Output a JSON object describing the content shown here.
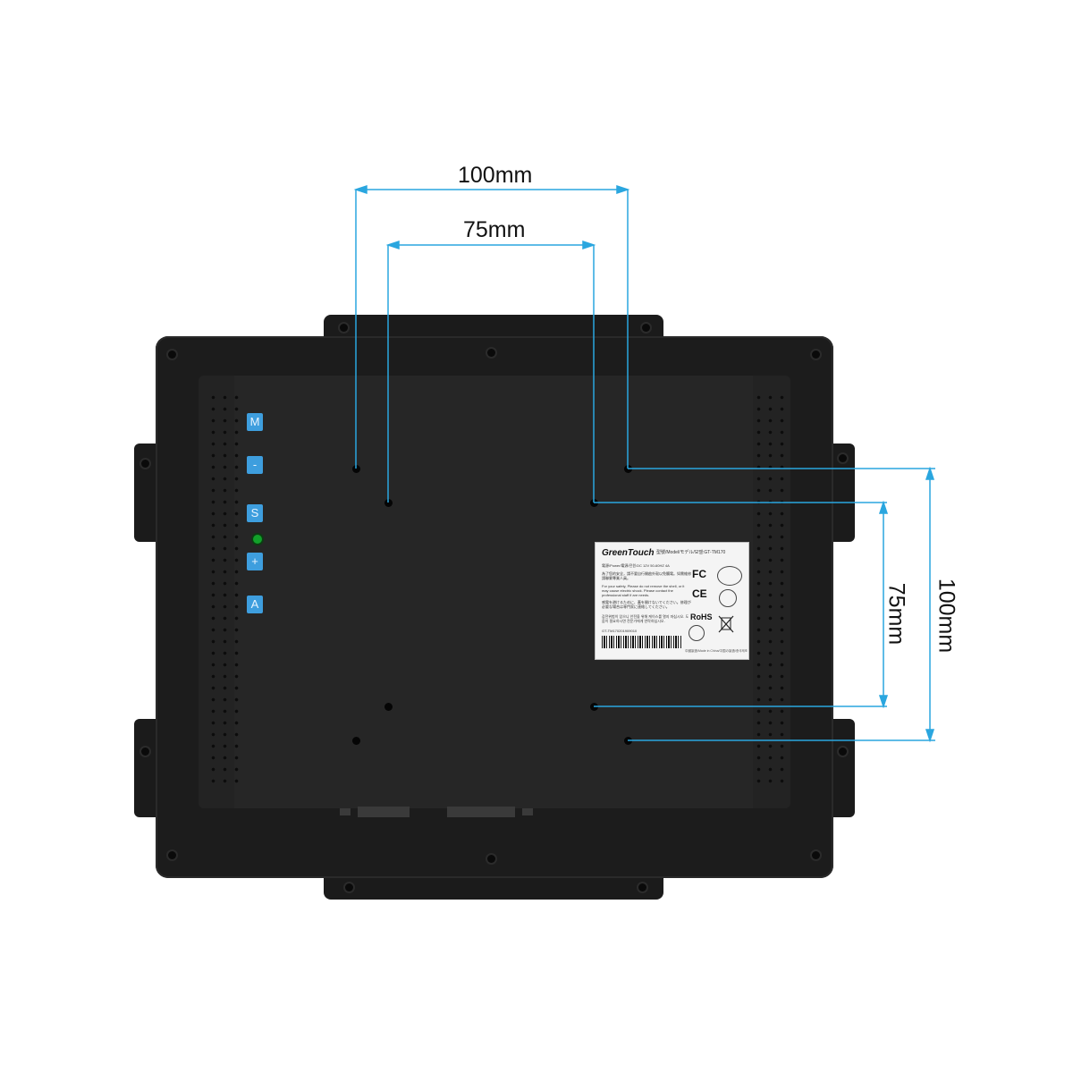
{
  "dimensions": {
    "horizontal_outer": "100mm",
    "horizontal_inner": "75mm",
    "vertical_inner": "75mm",
    "vertical_outer": "100mm"
  },
  "buttons": [
    {
      "name": "menu",
      "glyph": "M"
    },
    {
      "name": "minus",
      "glyph": "-"
    },
    {
      "name": "source",
      "glyph": "S"
    },
    {
      "name": "plus",
      "glyph": "+"
    },
    {
      "name": "auto",
      "glyph": "A"
    }
  ],
  "label": {
    "brand": "GreenTouch",
    "model_line": "型號/Model/モデル/모델:GT-TM170",
    "power_line": "電源/Power/電源/전원:DC 12V 50-60HZ 4A",
    "warning_cn": "為了您的安全，請不要自行開啟外殼以免觸電。如需維修請聯繫專業人員。",
    "warning_en": "For your safety, Please do not remove the shell, or it may cause electric shock. Please contact the professional staff if are needs.",
    "warning_jp": "感電を避けるために、蓋を開けないでください。修理が必要な場合は専門家に連絡してください。",
    "warning_kr": "감전위험이 있으니 안전을 위해 케이스를 열지 마십시오. 도움이 필요하시면 전문가에게 연락하십시오.",
    "serial": "GT-TM170201909010",
    "made_in": "中國製造/Made in China/中国の製造/중국제조",
    "fc_mark": "FC",
    "ce_mark": "CE",
    "rohs_mark": "RoHS"
  },
  "colors": {
    "dimension_line": "#2aa6df",
    "button_blue": "#3e9ede",
    "led_green": "#12a12a",
    "body": "#1c1c1c"
  }
}
